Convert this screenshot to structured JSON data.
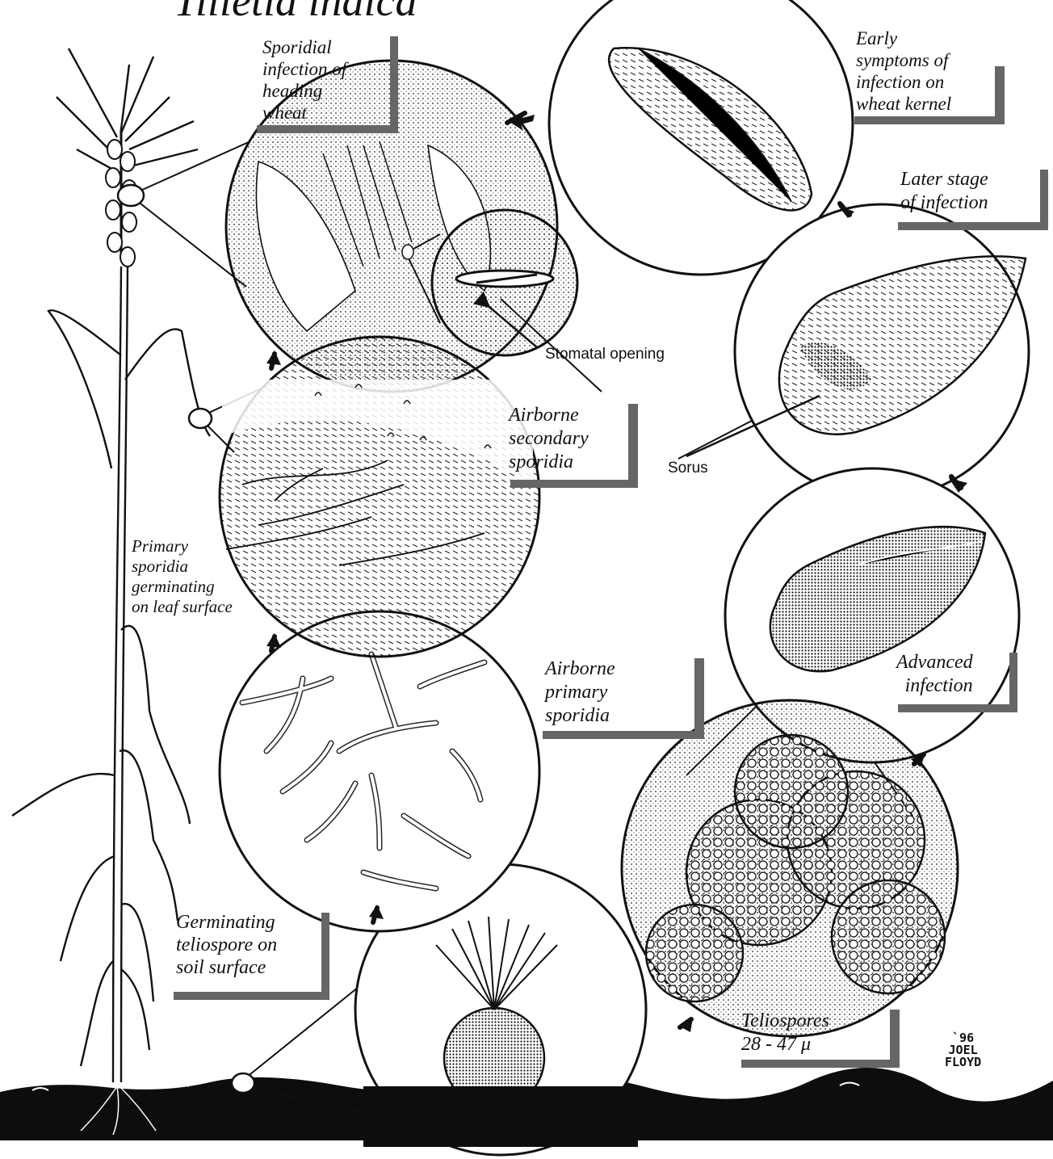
{
  "title": "Tilletia indica",
  "labels": {
    "sporidial_infection": [
      "Sporidial",
      "infection of",
      "heading",
      "wheat"
    ],
    "early_symptoms": [
      "Early",
      "symptoms of",
      "infection on",
      "wheat kernel"
    ],
    "later_stage": [
      "Later stage",
      "of infection"
    ],
    "airborne_secondary": [
      "Airborne",
      "secondary",
      "sporidia"
    ],
    "primary_germinating": [
      "Primary",
      "sporidia",
      "germinating",
      "on leaf surface"
    ],
    "airborne_primary": [
      "Airborne",
      "primary",
      "sporidia"
    ],
    "advanced_infection": [
      "Advanced",
      "infection"
    ],
    "germinating_teliospore": [
      "Germinating",
      "teliospore on",
      "soil surface"
    ],
    "teliospores": [
      "Teliospores",
      "28 - 47 μ"
    ]
  },
  "callouts": {
    "stomatal_opening": "Stomatal opening",
    "sorus": "Sorus"
  },
  "signature": [
    "`96",
    "JOEL",
    "FLOYD"
  ],
  "colors": {
    "ink": "#111111",
    "shadow": "#555555",
    "paper": "#ffffff"
  }
}
